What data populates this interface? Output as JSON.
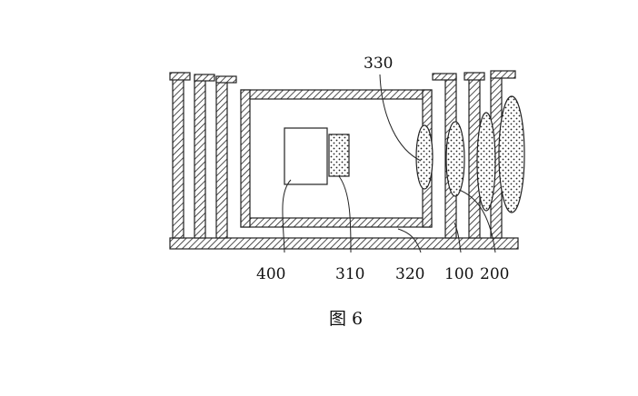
{
  "figure": {
    "caption": "图 6",
    "labels": {
      "l330": "330",
      "l400": "400",
      "l310": "310",
      "l320": "320",
      "l100": "100",
      "l200": "200"
    }
  }
}
